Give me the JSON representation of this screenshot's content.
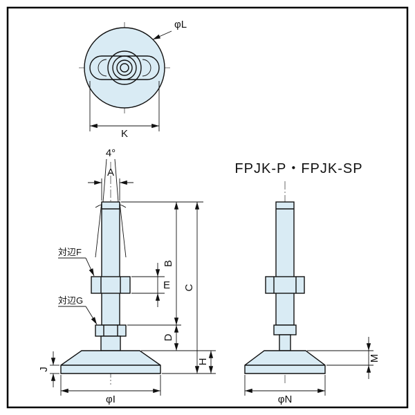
{
  "title": "FPJK-P・FPJK-SP",
  "colors": {
    "part_fill": "#d9ebf4",
    "line_color": "#111111"
  },
  "top_view": {
    "diameter_label": "φL",
    "width_label": "K"
  },
  "front_view": {
    "angle_label": "4°",
    "a_label": "A",
    "flats_f_label": "対辺F",
    "flats_g_label": "対辺G",
    "e_label": "E",
    "b_label": "B",
    "c_label": "C",
    "d_label": "D",
    "j_label": "J",
    "h_label": "H",
    "diameter_label": "φI"
  },
  "side_view": {
    "m_label": "M",
    "diameter_label": "φN"
  }
}
